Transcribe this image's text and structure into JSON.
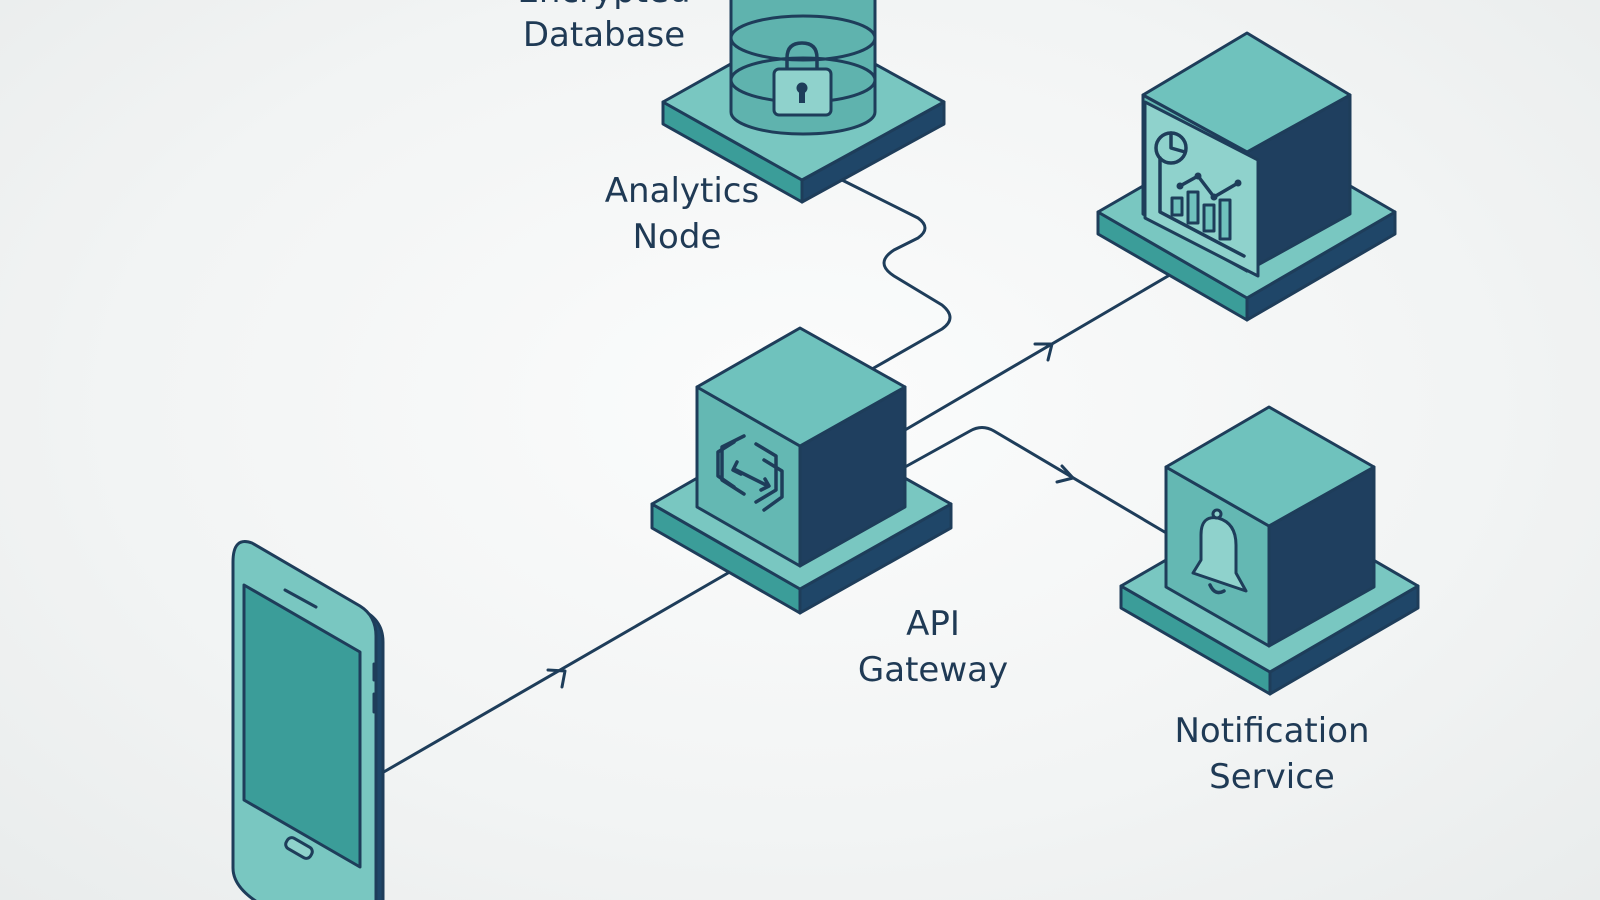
{
  "nodes": {
    "encrypted_database": {
      "label_line1": "Encrypted",
      "label_line2": "Database",
      "icon": "lock-icon"
    },
    "analytics_node": {
      "label_line1": "Analytics",
      "label_line2": "Node",
      "icon": "chart-icon"
    },
    "api_gateway": {
      "label_line1": "API",
      "label_line2": "Gateway",
      "icon": "code-icon"
    },
    "notification_service": {
      "label_line1": "Notification",
      "label_line2": "Service",
      "icon": "bell-icon"
    },
    "mobile_client": {
      "icon": "smartphone-icon"
    }
  },
  "colors": {
    "teal_light": "#79c7c1",
    "teal_mid": "#3b9d99",
    "navy": "#1f3f5f",
    "outline": "#1e3d5a",
    "text": "#1f3a55"
  }
}
